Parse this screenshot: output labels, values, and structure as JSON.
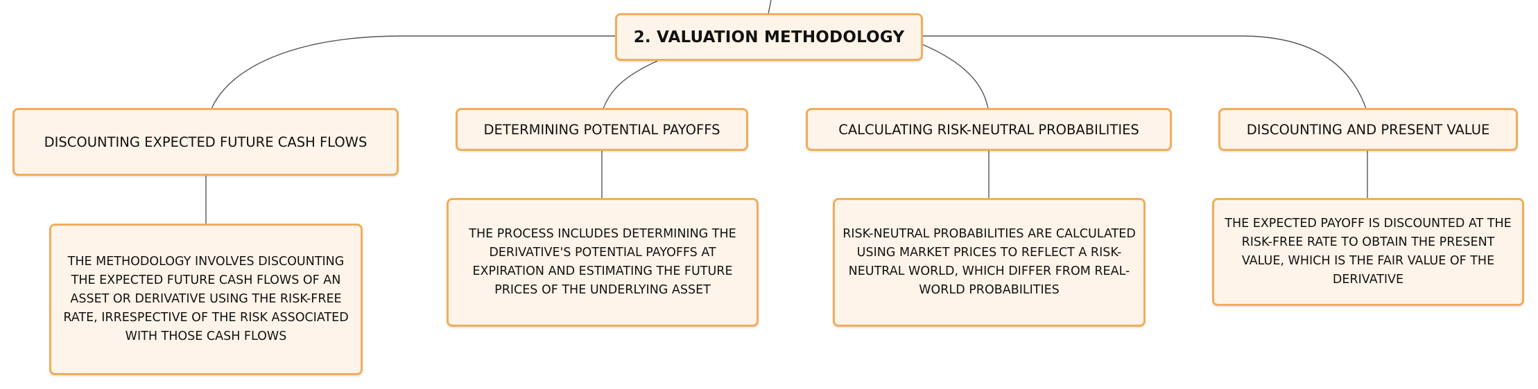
{
  "root": {
    "label": "2. VALUATION METHODOLOGY"
  },
  "topics": [
    {
      "label": "DISCOUNTING EXPECTED FUTURE CASH FLOWS",
      "detail": "THE METHODOLOGY INVOLVES DISCOUNTING THE EXPECTED FUTURE CASH FLOWS OF AN ASSET OR DERIVATIVE USING THE RISK-FREE RATE, IRRESPECTIVE OF THE RISK ASSOCIATED WITH THOSE CASH FLOWS"
    },
    {
      "label": "DETERMINING POTENTIAL PAYOFFS",
      "detail": "THE PROCESS INCLUDES DETERMINING THE DERIVATIVE'S POTENTIAL PAYOFFS AT EXPIRATION AND ESTIMATING THE FUTURE PRICES OF THE UNDERLYING ASSET"
    },
    {
      "label": "CALCULATING RISK-NEUTRAL PROBABILITIES",
      "detail": "RISK-NEUTRAL PROBABILITIES ARE CALCULATED USING MARKET PRICES TO REFLECT A RISK-NEUTRAL WORLD, WHICH DIFFER FROM REAL-WORLD PROBABILITIES"
    },
    {
      "label": "DISCOUNTING AND PRESENT VALUE",
      "detail": "THE EXPECTED PAYOFF IS DISCOUNTED AT THE RISK-FREE RATE TO OBTAIN THE PRESENT VALUE, WHICH IS THE FAIR VALUE OF THE DERIVATIVE"
    }
  ],
  "colors": {
    "node_border": "#f0ad5c",
    "node_fill": "#fff4e9",
    "connector": "#555555"
  }
}
